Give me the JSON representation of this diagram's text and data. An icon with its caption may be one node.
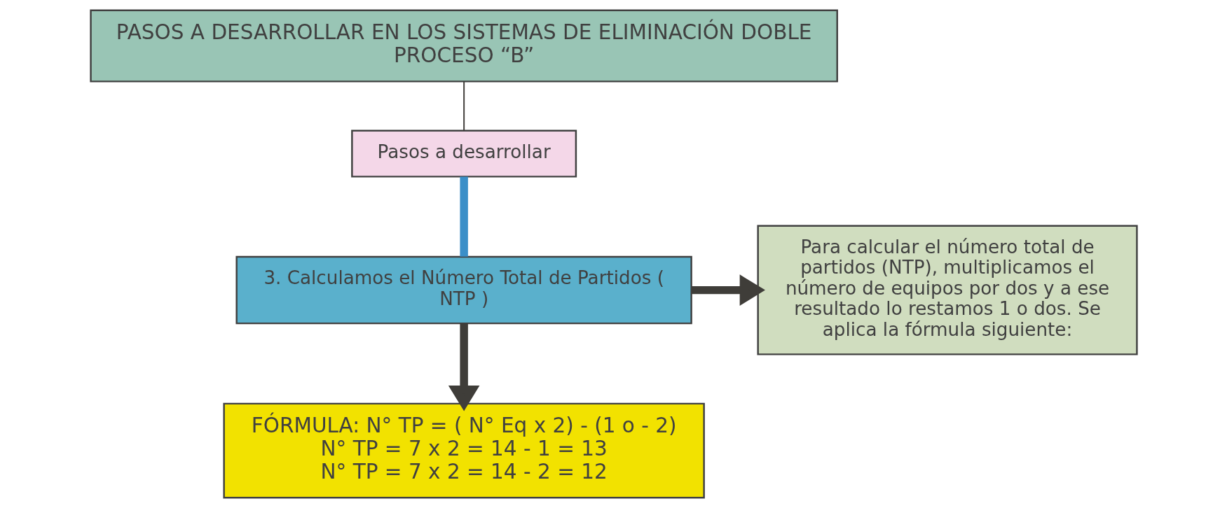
{
  "diagram": {
    "nodes": [
      {
        "text": [
          "PASOS A DESARROLLAR EN LOS SISTEMAS DE ELIMINACIÓN DOBLE PROCESO “B”"
        ]
      },
      {
        "text": [
          "Pasos a desarrollar"
        ]
      },
      {
        "text": [
          "3. Calculamos el Número Total de Partidos ( NTP )"
        ]
      },
      {
        "text": [
          "Para calcular el número total de partidos (NTP), multiplicamos el número de equipos por dos y a ese resultado lo restamos 1 o dos. Se aplica la fórmula siguiente:"
        ]
      },
      {
        "text": [
          "FÓRMULA: N° TP = ( N° Eq x 2) - (1 o - 2)",
          "N° TP = 7 x 2 = 14 - 1 = 13",
          "N° TP = 7 x 2 = 14 - 2 = 12"
        ]
      }
    ],
    "edges": [
      {
        "from": 0,
        "to": 1,
        "arrow": "none"
      },
      {
        "from": 1,
        "to": 2,
        "arrow": "none",
        "color": "#3b8fc8"
      },
      {
        "from": 2,
        "to": 3,
        "arrow": "to"
      },
      {
        "from": 2,
        "to": 4,
        "arrow": "to"
      }
    ]
  }
}
